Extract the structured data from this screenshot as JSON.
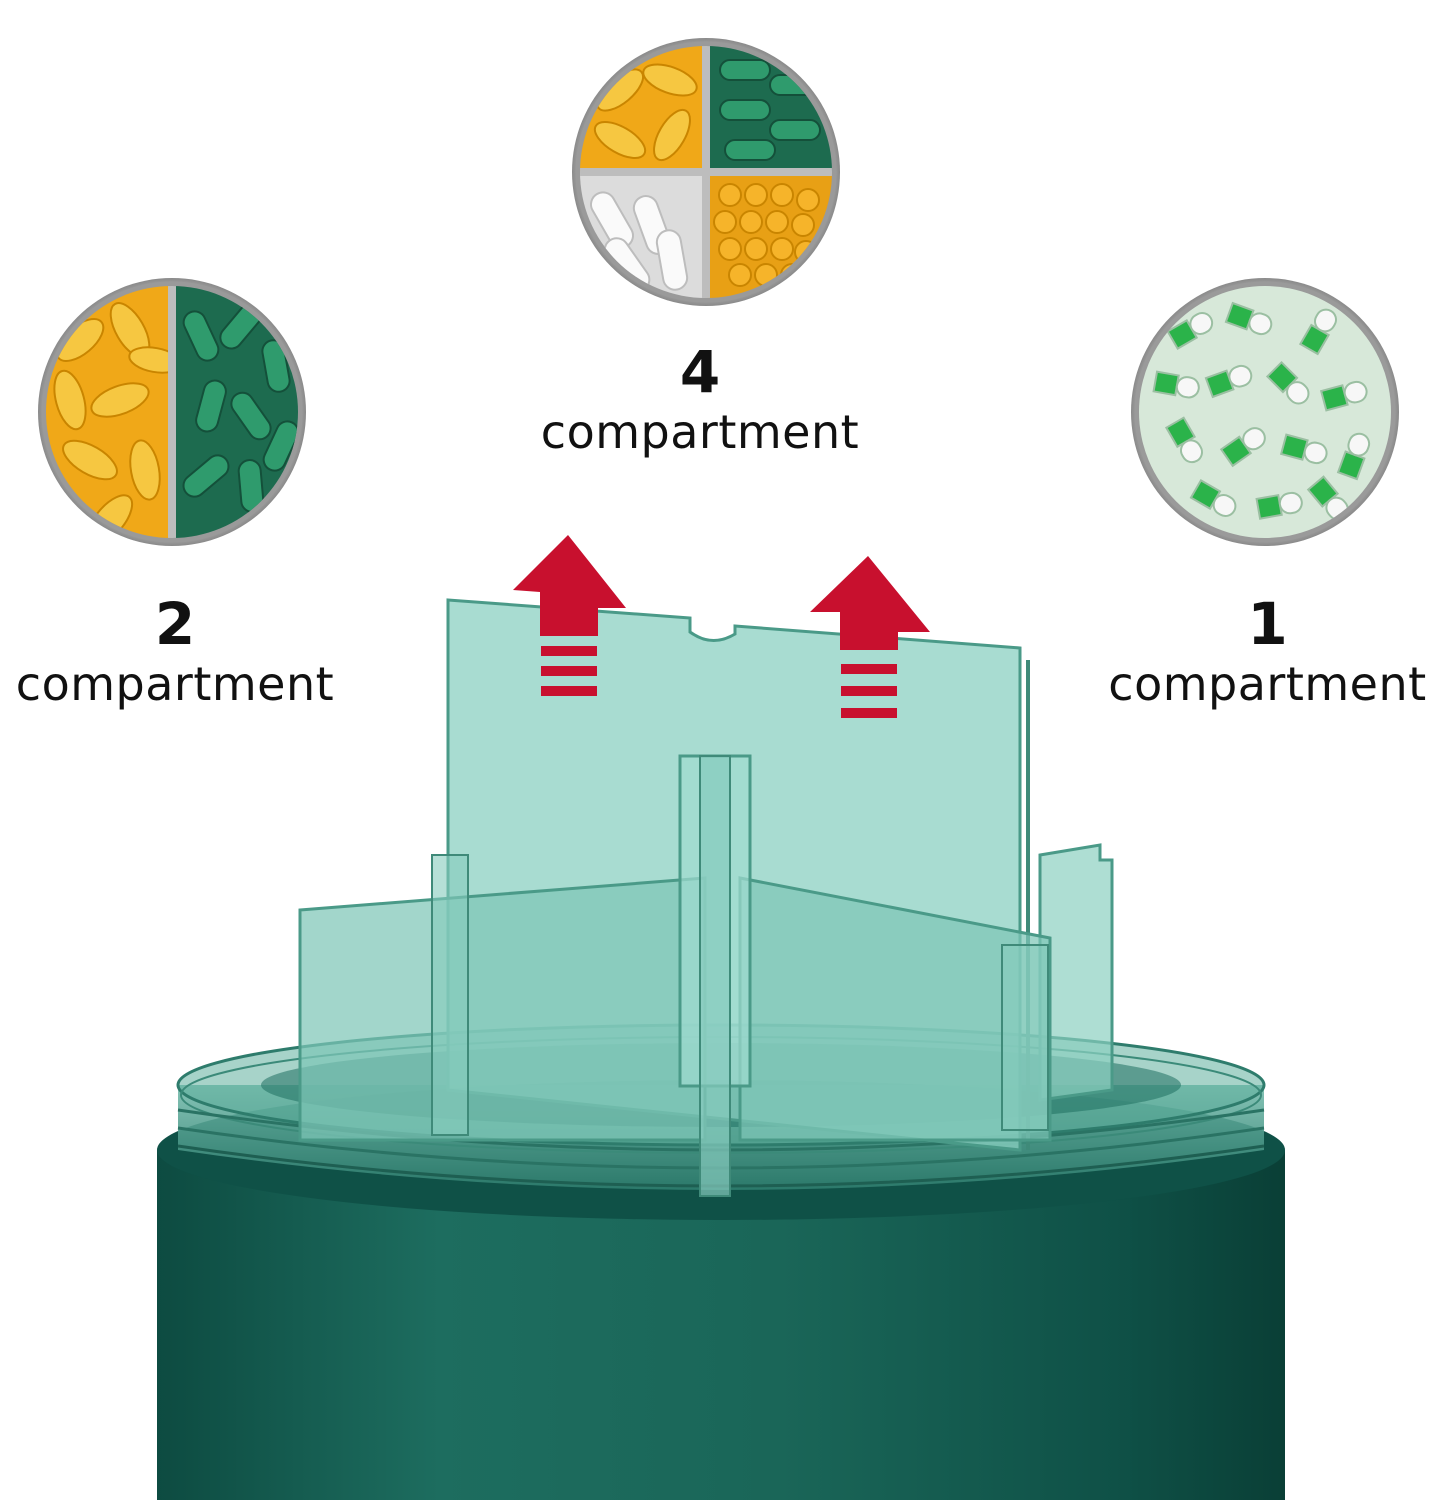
{
  "options": [
    {
      "count": "2",
      "unit": "compartment"
    },
    {
      "count": "4",
      "unit": "compartment"
    },
    {
      "count": "1",
      "unit": "compartment"
    }
  ],
  "colors": {
    "container_green": "#1f6f60",
    "divider_teal": "#7ec6b7",
    "arrow_red": "#c8102e",
    "softgel_yellow": "#f2b312",
    "capsule_green": "#2f9b6d",
    "capsule_bright_green": "#2bb34a",
    "tablet_orange": "#f3a81e",
    "tablet_white": "#f2f2f2"
  },
  "icons": [
    "arrow-up-icon",
    "arrow-up-icon"
  ]
}
